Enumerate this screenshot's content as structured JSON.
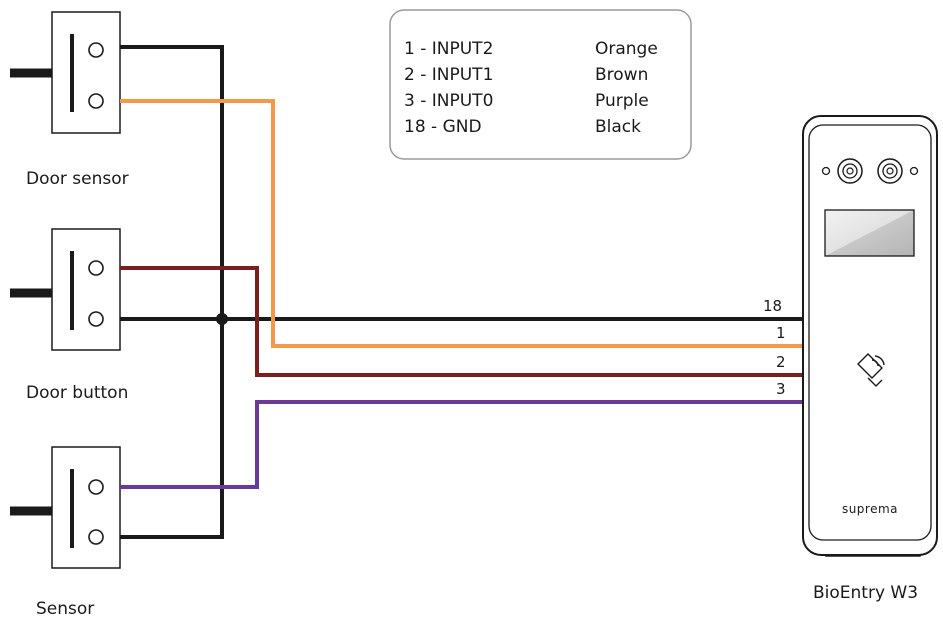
{
  "legend": {
    "rows": [
      {
        "pin": "1 - INPUT2",
        "color": "Orange"
      },
      {
        "pin": "2 - INPUT1",
        "color": "Brown"
      },
      {
        "pin": "3 - INPUT0",
        "color": "Purple"
      },
      {
        "pin": "18 - GND",
        "color": "Black"
      }
    ]
  },
  "devices": {
    "door_sensor": "Door sensor",
    "door_button": "Door button",
    "sensor": "Sensor"
  },
  "reader": {
    "name": "BioEntry W3",
    "brand": "suprema"
  },
  "wires": {
    "gnd": {
      "pin": "18",
      "hex": "#1a1a1a"
    },
    "orange": {
      "pin": "1",
      "hex": "#f39a4a"
    },
    "brown": {
      "pin": "2",
      "hex": "#7a1f1f"
    },
    "purple": {
      "pin": "3",
      "hex": "#6a3a9a"
    }
  }
}
